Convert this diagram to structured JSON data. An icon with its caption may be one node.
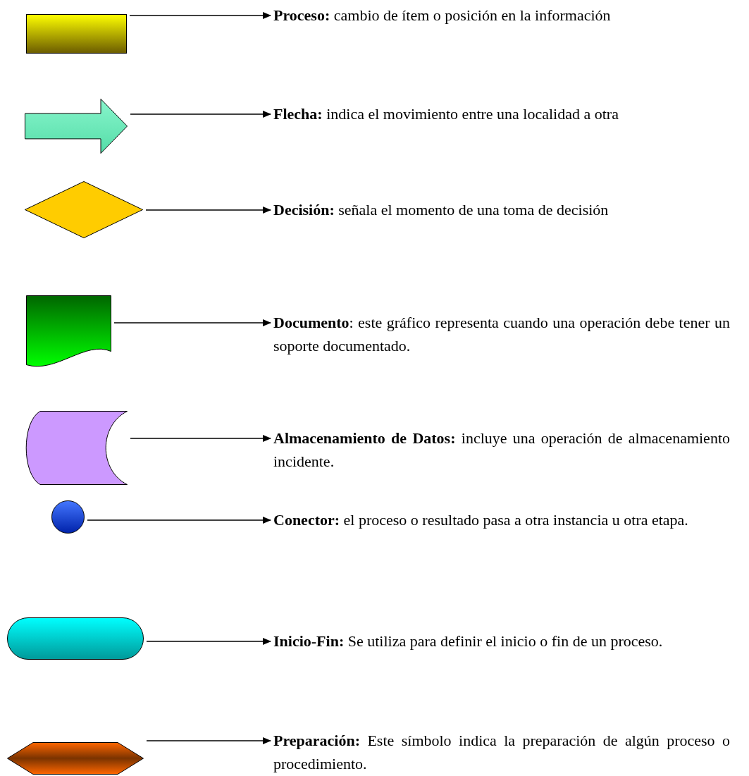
{
  "diagram": {
    "nodes": [
      {
        "text": [],
        "shape": "box"
      },
      {
        "text": [
          "**Proceso:** cambio de ítem o posición en la información"
        ]
      },
      {
        "text": [],
        "shape": "arrow"
      },
      {
        "text": [
          "**Flecha:** indica el movimiento entre una localidad a otra"
        ]
      },
      {
        "text": [],
        "shape": "diamond"
      },
      {
        "text": [
          "**Decisión:** señala el momento de una toma de decisión"
        ]
      },
      {
        "text": [],
        "shape": "document"
      },
      {
        "text": [
          "**Documento**: este gráfico representa cuando una operación debe tener un soporte documentado."
        ]
      },
      {
        "text": [],
        "shape": "storage"
      },
      {
        "text": [
          "**Almacenamiento de Datos:** incluye una operación de almacenamiento incidente."
        ]
      },
      {
        "text": [],
        "shape": "circle"
      },
      {
        "text": [
          "**Conector:** el proceso o resultado pasa a otra instancia u otra etapa."
        ]
      },
      {
        "text": [],
        "shape": "terminator"
      },
      {
        "text": [
          "**Inicio-Fin:** Se utiliza para definir el inicio o fin de un proceso."
        ]
      },
      {
        "text": [],
        "shape": "hexagon"
      },
      {
        "text": [
          "**Preparación:** Este símbolo indica la preparación de algún proceso o procedimiento."
        ]
      }
    ],
    "edges": [
      {
        "from": 0,
        "to": 1,
        "arrow": "to"
      },
      {
        "from": 2,
        "to": 3,
        "arrow": "to"
      },
      {
        "from": 4,
        "to": 5,
        "arrow": "to"
      },
      {
        "from": 6,
        "to": 7,
        "arrow": "to"
      },
      {
        "from": 8,
        "to": 9,
        "arrow": "to"
      },
      {
        "from": 10,
        "to": 11,
        "arrow": "to"
      },
      {
        "from": 12,
        "to": 13,
        "arrow": "to"
      },
      {
        "from": 14,
        "to": 15,
        "arrow": "to"
      }
    ]
  }
}
